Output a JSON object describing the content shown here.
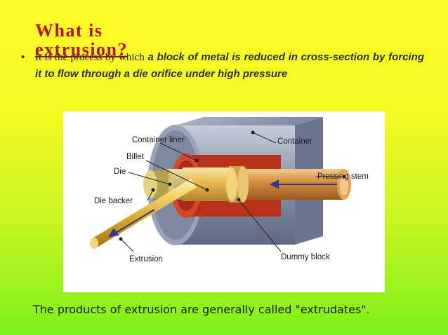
{
  "slide": {
    "title_line1": "What is",
    "title_line2": "extrusion?",
    "bullet": {
      "lead": "It is the process by which",
      "emphasis": "a block of metal is  reduced in cross-section by forcing it to flow  through a die orifice under high pressure"
    },
    "caption": {
      "text": "The products of extrusion are generally called \"extrudates\"",
      "tail": "."
    },
    "diagram_labels": {
      "container_liner": "Container liner",
      "container": "Container",
      "billet": "Billet",
      "die": "Die",
      "pressing_stem": "Pressing stem",
      "die_backer": "Die backer",
      "extrusion": "Extrusion",
      "dummy_block": "Dummy block"
    }
  },
  "colors": {
    "title": "#b3130f",
    "container": "#8a93a8",
    "liner": "#c23a1f",
    "billet": "#e0a640",
    "stem": "#c57a2f",
    "arrow": "#2d3a8c"
  }
}
